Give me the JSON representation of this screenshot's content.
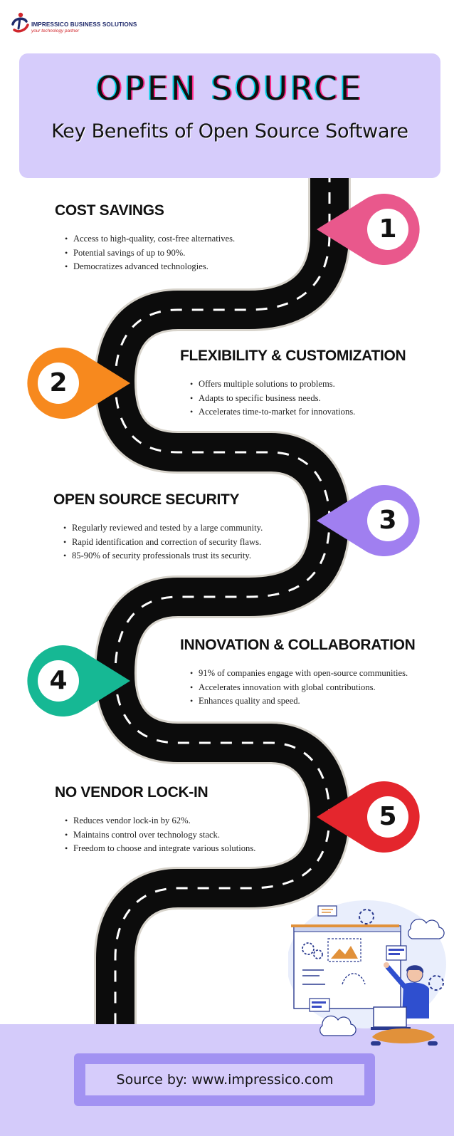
{
  "logo": {
    "name": "IMPRESSICO BUSINESS SOLUTIONS",
    "tagline": "your technology partner"
  },
  "header": {
    "title": "OPEN SOURCE",
    "subtitle": "Key Benefits of Open Source Software"
  },
  "benefits": [
    {
      "number": "1",
      "title": "COST SAVINGS",
      "color": "#e9588c",
      "points": [
        "Access to high-quality, cost-free alternatives.",
        "Potential savings of up to 90%.",
        "Democratizes advanced technologies."
      ]
    },
    {
      "number": "2",
      "title": "FLEXIBILITY & CUSTOMIZATION",
      "color": "#f7891e",
      "points": [
        "Offers multiple solutions to problems.",
        "Adapts to specific business needs.",
        "Accelerates time-to-market for innovations."
      ]
    },
    {
      "number": "3",
      "title": "OPEN SOURCE SECURITY",
      "color": "#a07ff0",
      "points": [
        "Regularly reviewed and tested by a large community.",
        "Rapid identification and correction of security flaws.",
        "85-90% of security professionals trust its security."
      ]
    },
    {
      "number": "4",
      "title": "INNOVATION & COLLABORATION",
      "color": "#16b894",
      "points": [
        "91% of companies engage with open-source communities.",
        "Accelerates innovation with global contributions.",
        "Enhances quality and speed."
      ]
    },
    {
      "number": "5",
      "title": "NO VENDOR LOCK-IN",
      "color": "#e4262d",
      "points": [
        "Reduces vendor lock-in by 62%.",
        "Maintains control over technology stack.",
        "Freedom to choose and integrate various solutions."
      ]
    }
  ],
  "footer": {
    "source": "Source by: www.impressico.com"
  },
  "colors": {
    "header_bg": "#d6ccfb",
    "band_bg": "#d4cbfa",
    "source_border": "#a292f2",
    "road": "#0c0c0c"
  }
}
